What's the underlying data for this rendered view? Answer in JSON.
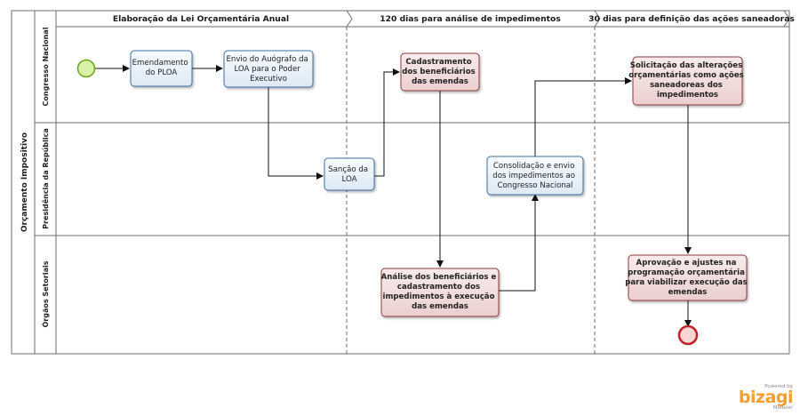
{
  "pool": {
    "label": "Orçamento Impositivo"
  },
  "lanes": [
    {
      "id": "congresso",
      "label": "Congresso Nacional"
    },
    {
      "id": "presidencia",
      "label": "Presidência da República"
    },
    {
      "id": "orgaos",
      "label": "Órgãos Setoriais"
    }
  ],
  "phases": [
    {
      "label": "Elaboração da Lei Orçamentária Anual"
    },
    {
      "label": "120 dias para análise de impedimentos"
    },
    {
      "label": "30 dias para definição das ações saneadoras"
    }
  ],
  "tasks": [
    {
      "id": "emendamento",
      "lines": [
        "Emendamento",
        "do PLOA"
      ],
      "style": "normal"
    },
    {
      "id": "envio-autografo",
      "lines": [
        "Envio do Auógrafo da",
        "LOA para o Poder",
        "Executivo"
      ],
      "style": "normal"
    },
    {
      "id": "sancao",
      "lines": [
        "Sanção da",
        "LOA"
      ],
      "style": "normal"
    },
    {
      "id": "cadastramento",
      "lines": [
        "Cadastramento",
        "dos beneficiários",
        "das emendas"
      ],
      "style": "highlight"
    },
    {
      "id": "analise",
      "lines": [
        "Análise dos beneficiários e",
        "cadastramento dos",
        "impedimentos à execução",
        "das emendas"
      ],
      "style": "highlight"
    },
    {
      "id": "consolidacao",
      "lines": [
        "Consolidação e envio",
        "dos impedimentos ao",
        "Congresso Nacional"
      ],
      "style": "normal"
    },
    {
      "id": "solicitacao",
      "lines": [
        "Solicitação das alterações",
        "orçamentárias como ações",
        "saneadoreas dos",
        "impedimentos"
      ],
      "style": "highlight"
    },
    {
      "id": "aprovacao",
      "lines": [
        "Aprovação e ajustes na",
        "programação orçamentária",
        "para viabilizar execução das",
        "emendas"
      ],
      "style": "highlight"
    }
  ],
  "events": [
    {
      "id": "start",
      "type": "start"
    },
    {
      "id": "end",
      "type": "end"
    }
  ],
  "colors": {
    "lane_border": "#6e6e6e",
    "normal_fill": "#eaf3fb",
    "normal_stroke": "#3c6fa8",
    "highlight_fill": "#f1dada",
    "highlight_stroke": "#8f3a3a",
    "start_fill": "#d8f1a6",
    "start_stroke": "#6aa51c",
    "end_fill": "#fbd4d4",
    "end_stroke": "#c0222a"
  },
  "logo": {
    "powered": "Powered by",
    "brand": "bizagi",
    "sub": "Modeler"
  }
}
